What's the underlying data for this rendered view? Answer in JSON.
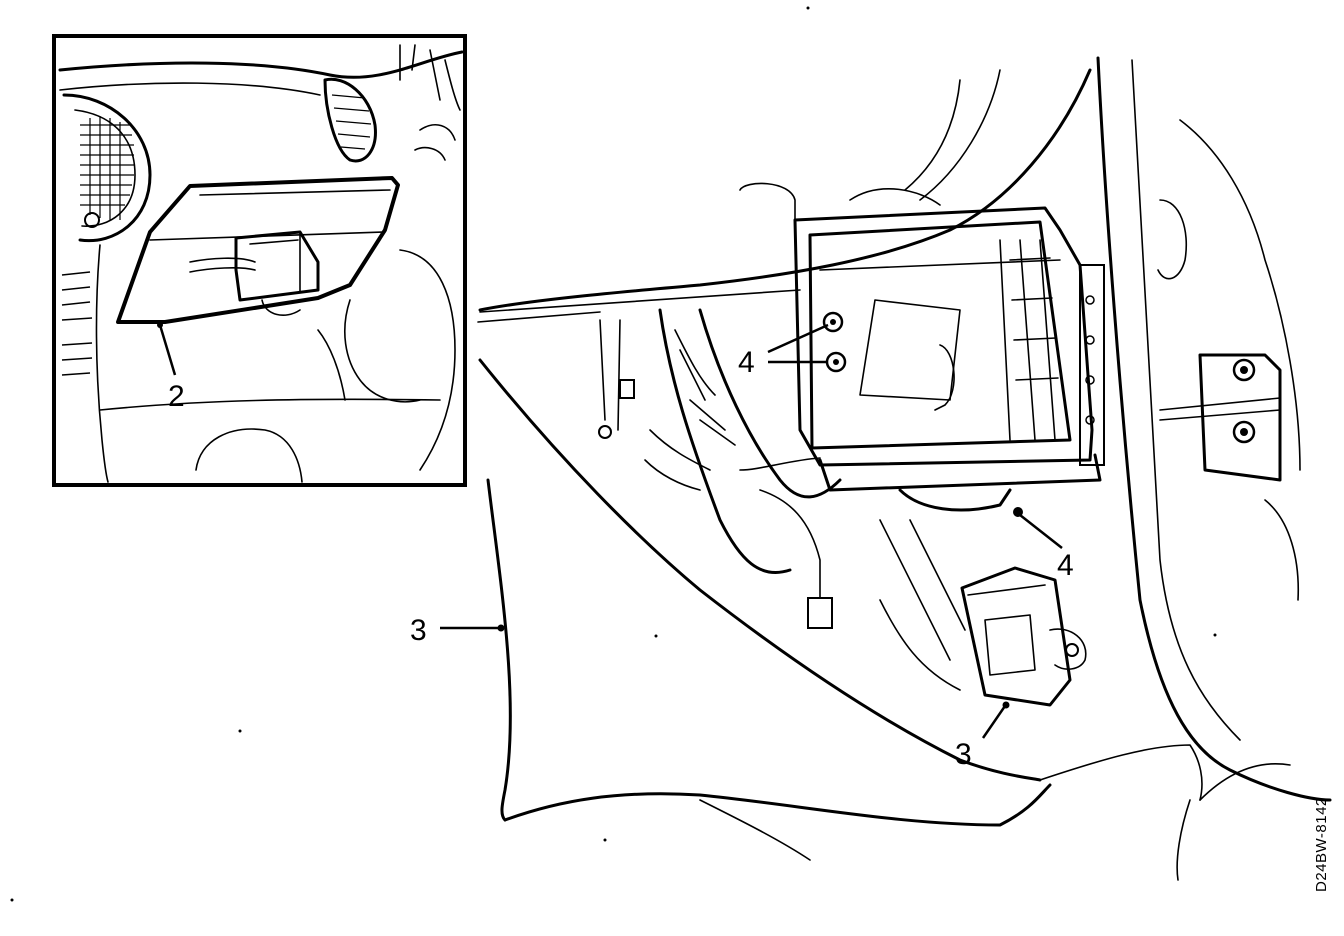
{
  "figure_code": "D24BW-8142",
  "callouts": {
    "inset_glovebox": "2",
    "panel_left": "3",
    "module_lower": "3",
    "screws_upper": "4",
    "screw_lower": "4"
  }
}
